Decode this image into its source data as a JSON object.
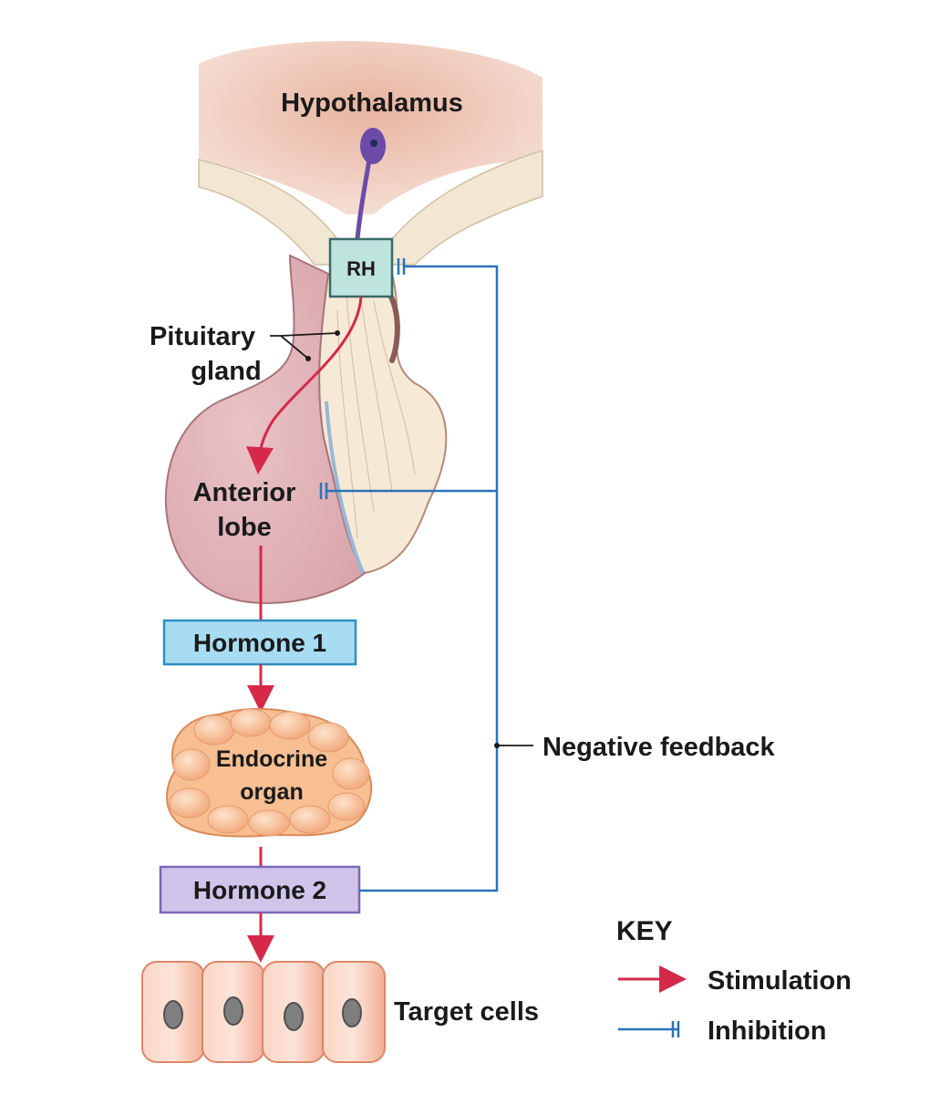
{
  "diagram": {
    "hypothalamus": "Hypothalamus",
    "rh": "RH",
    "pituitary_line1": "Pituitary",
    "pituitary_line2": "gland",
    "anterior_line1": "Anterior",
    "anterior_line2": "lobe",
    "hormone1": "Hormone 1",
    "endocrine_line1": "Endocrine",
    "endocrine_line2": "organ",
    "hormone2": "Hormone 2",
    "target_cells": "Target cells",
    "negative_feedback": "Negative feedback"
  },
  "key": {
    "title": "KEY",
    "stimulation": "Stimulation",
    "inhibition": "Inhibition"
  },
  "colors": {
    "stimulation": "#d6294a",
    "inhibition": "#2a73b8",
    "rh_box": "#bfe3dd",
    "hormone1_box": "#a7dcf2",
    "hormone2_box": "#cfc5ea",
    "hypothalamus": "#ecc4b4",
    "anterior_lobe": "#e3b8bd",
    "posterior_lobe": "#f5e9d5",
    "endocrine_organ": "#f7bf92",
    "target_cells": "#f8c3b0",
    "neuron": "#6c4ba8"
  }
}
